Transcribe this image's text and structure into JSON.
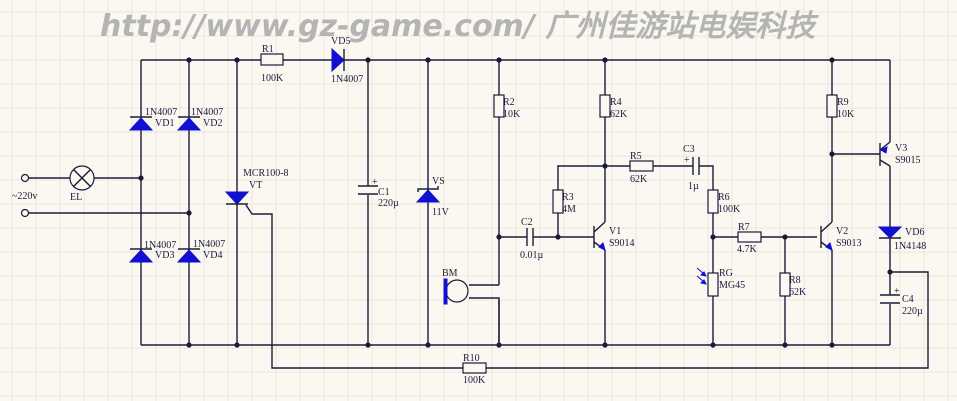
{
  "watermark": "http://www.gz-game.com/  广州佳游站电娱科技",
  "colors": {
    "background": "#fbf8f2",
    "grid": "#ebe6dc",
    "wire": "#1a1a3a",
    "symbol_fill": "#1010d0",
    "watermark": "#b4b4b4"
  },
  "source": {
    "label": "~220v",
    "lamp": "EL"
  },
  "components": {
    "VD1": {
      "ref": "VD1",
      "value": "1N4007"
    },
    "VD2": {
      "ref": "VD2",
      "value": "1N4007"
    },
    "VD3": {
      "ref": "VD3",
      "value": "1N4007"
    },
    "VD4": {
      "ref": "VD4",
      "value": "1N4007"
    },
    "VD5": {
      "ref": "VD5",
      "value": "1N4007"
    },
    "VD6": {
      "ref": "VD6",
      "value": "1N4148"
    },
    "VT": {
      "ref": "VT",
      "value": "MCR100-8"
    },
    "VS": {
      "ref": "VS",
      "value": "11V"
    },
    "R1": {
      "ref": "R1",
      "value": "100K"
    },
    "R2": {
      "ref": "R2",
      "value": "10K"
    },
    "R3": {
      "ref": "R3",
      "value": "4M"
    },
    "R4": {
      "ref": "R4",
      "value": "62K"
    },
    "R5": {
      "ref": "R5",
      "value": "62K"
    },
    "R6": {
      "ref": "R6",
      "value": "100K"
    },
    "R7": {
      "ref": "R7",
      "value": "4.7K"
    },
    "R8": {
      "ref": "R8",
      "value": "62K"
    },
    "R9": {
      "ref": "R9",
      "value": "10K"
    },
    "R10": {
      "ref": "R10",
      "value": "100K"
    },
    "RG": {
      "ref": "RG",
      "value": "MG45"
    },
    "C1": {
      "ref": "C1",
      "value": "220µ"
    },
    "C2": {
      "ref": "C2",
      "value": "0.01µ"
    },
    "C3": {
      "ref": "C3",
      "value": "1µ"
    },
    "C4": {
      "ref": "C4",
      "value": "220µ"
    },
    "V1": {
      "ref": "V1",
      "value": "S9014"
    },
    "V2": {
      "ref": "V2",
      "value": "S9013"
    },
    "V3": {
      "ref": "V3",
      "value": "S9015"
    },
    "BM": {
      "ref": "BM"
    }
  },
  "polarity_mark": "+"
}
